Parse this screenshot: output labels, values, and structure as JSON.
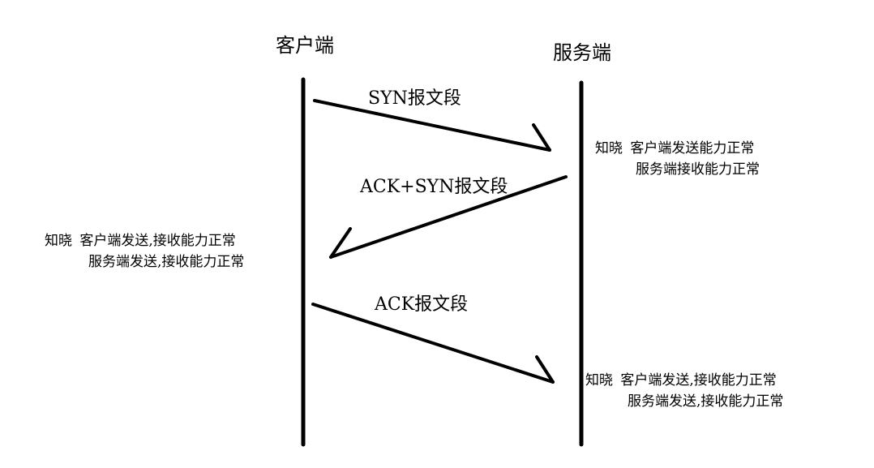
{
  "actors": {
    "client": "客户端",
    "server": "服务端"
  },
  "messages": {
    "syn": "SYN报文段",
    "ack_syn": "ACK+SYN报文段",
    "ack": "ACK报文段"
  },
  "notes": {
    "after_syn": {
      "prefix": "知晓",
      "line1": "客户端发送能力正常",
      "line2": "服务端接收能力正常"
    },
    "after_ack_syn": {
      "prefix": "知晓",
      "line1": "客户端发送,接收能力正常",
      "line2": "服务端发送,接收能力正常"
    },
    "after_ack": {
      "prefix": "知晓",
      "line1": "客户端发送,接收能力正常",
      "line2": "服务端发送,接收能力正常"
    }
  }
}
